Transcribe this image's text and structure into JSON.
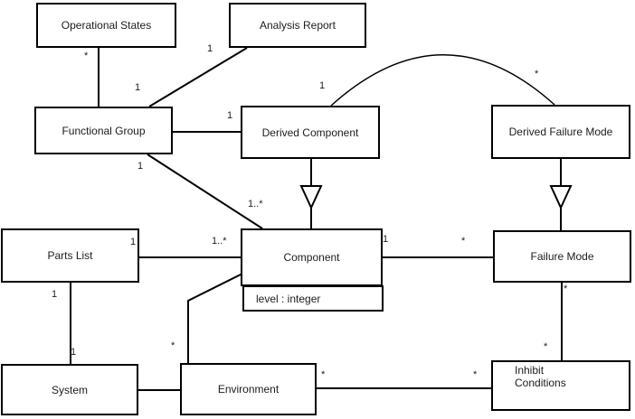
{
  "diagram": {
    "kind": "uml-class-diagram",
    "background_color": "#ffffff",
    "line_color": "#000000",
    "classes": [
      {
        "name": "Operational States"
      },
      {
        "name": "Analysis Report"
      },
      {
        "name": "Functional Group"
      },
      {
        "name": "Derived Component"
      },
      {
        "name": "Derived Failure Mode"
      },
      {
        "name": "Parts List"
      },
      {
        "name": "Component",
        "attributes": [
          "level : integer"
        ]
      },
      {
        "name": "Failure Mode"
      },
      {
        "name": "System"
      },
      {
        "name": "Environment"
      },
      {
        "name": "Inhibit Conditions"
      }
    ],
    "associations": [
      {
        "from": "Operational States",
        "to": "Functional Group",
        "from_label": "*",
        "to_label": ""
      },
      {
        "from": "Functional Group",
        "to": "Analysis Report",
        "from_label": "1",
        "to_label": "1"
      },
      {
        "from": "Functional Group",
        "to": "Derived Component",
        "from_label": "",
        "to_label": "1"
      },
      {
        "from": "Functional Group",
        "to": "Component",
        "from_label": "1",
        "to_label": "1..*"
      },
      {
        "from": "Derived Component",
        "to": "Derived Failure Mode",
        "from_label": "1",
        "to_label": "*",
        "shape": "arc"
      },
      {
        "from": "Parts List",
        "to": "Component",
        "from_label": "1",
        "to_label": "1..*"
      },
      {
        "from": "Component",
        "to": "Failure Mode",
        "from_label": "1",
        "to_label": "*"
      },
      {
        "from": "Parts List",
        "to": "System",
        "from_label": "1",
        "to_label": "1"
      },
      {
        "from": "System",
        "to": "Environment",
        "from_label": "",
        "to_label": ""
      },
      {
        "from": "Component",
        "to": "Environment",
        "from_label": "",
        "to_label": "*"
      },
      {
        "from": "Environment",
        "to": "Inhibit Conditions",
        "from_label": "*",
        "to_label": "*"
      },
      {
        "from": "Failure Mode",
        "to": "Inhibit Conditions",
        "from_label": "*",
        "to_label": "*"
      }
    ],
    "generalizations": [
      {
        "child": "Derived Component",
        "parent": "Component"
      },
      {
        "child": "Derived Failure Mode",
        "parent": "Failure Mode"
      }
    ]
  }
}
